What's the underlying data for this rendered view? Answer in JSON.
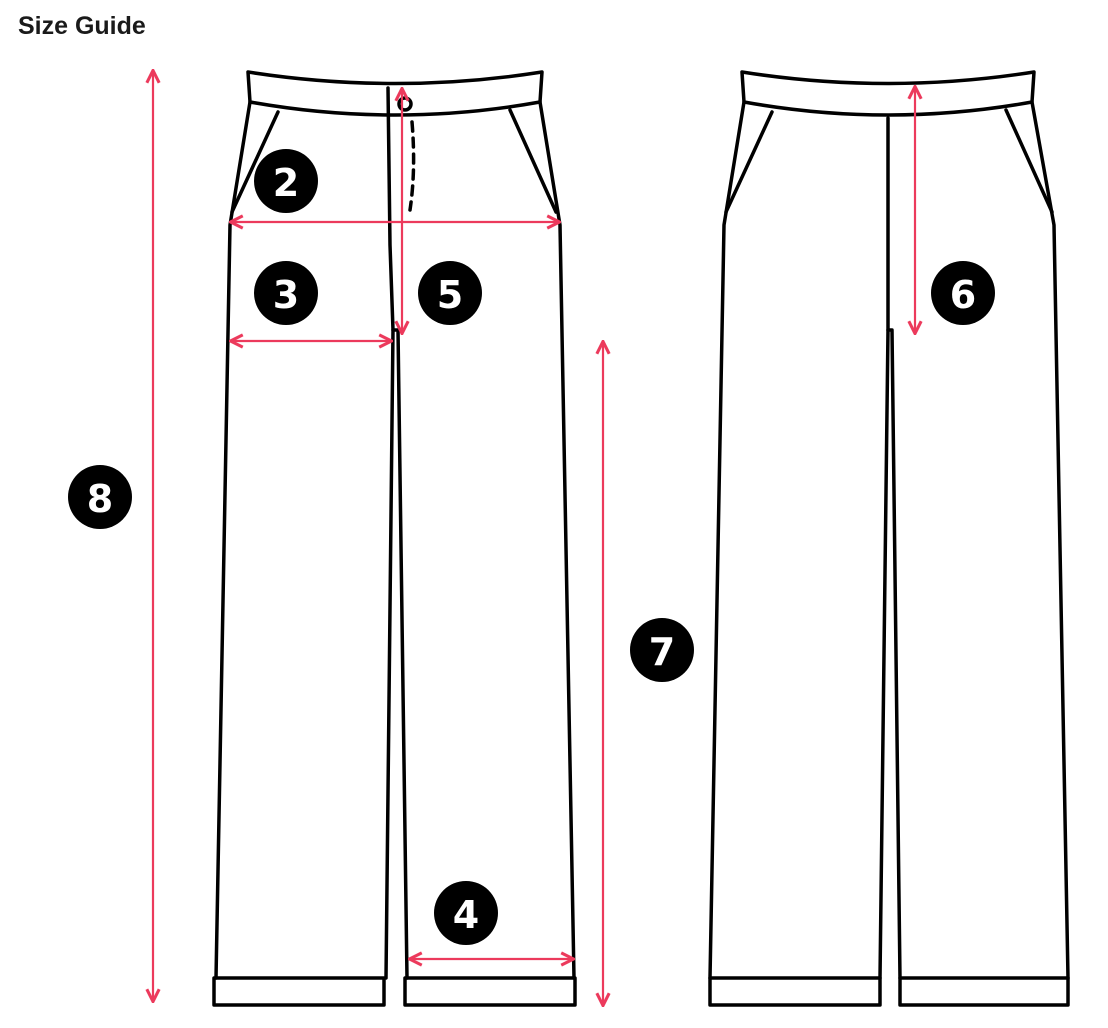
{
  "title": "Size Guide",
  "labels": {
    "waist": "2",
    "thigh": "3",
    "leg_opening": "4",
    "front_rise": "5",
    "back_rise": "6",
    "inseam": "7",
    "length": "8"
  },
  "colors": {
    "measure": "#ec3a5c",
    "outline": "#000000",
    "badge": "#000000"
  }
}
